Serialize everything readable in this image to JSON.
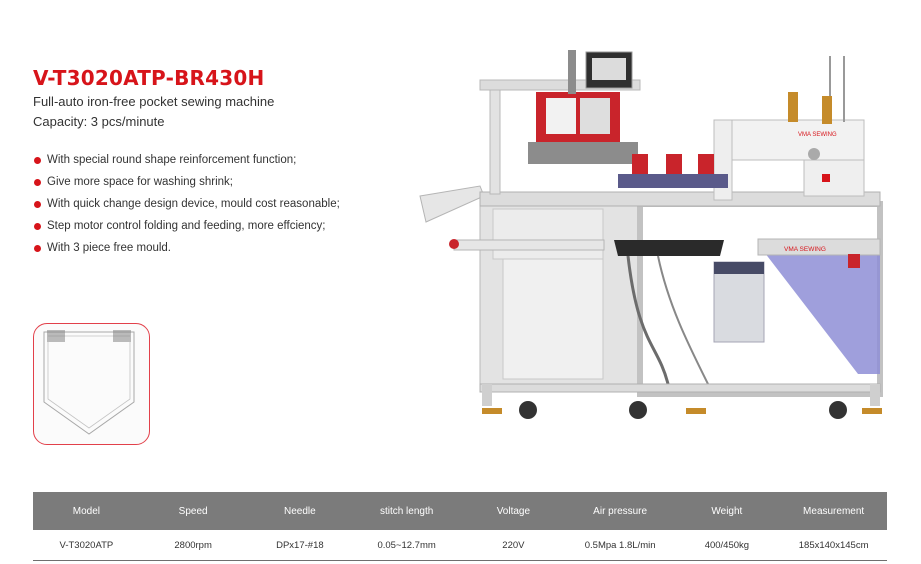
{
  "product": {
    "model_title": "V-T3020ATP-BR430H",
    "subtitle": "Full-auto iron-free pocket sewing machine",
    "capacity": "Capacity: 3 pcs/minute"
  },
  "features": [
    "With special round shape reinforcement function;",
    "Give more space for washing shrink;",
    "With quick change design device, mould cost reasonable;",
    "Step motor control folding and feeding, more effciency;",
    "With 3 piece free mould."
  ],
  "machine_brand": "VMA SEWING",
  "machine_brand_small": "VMA SEWING",
  "colors": {
    "accent": "#d7141a",
    "table_header": "#7b7b7b",
    "machine_frame": "#d8d8d8",
    "machine_panel": "#8e8ed6"
  },
  "spec_table": {
    "headers": [
      "Model",
      "Speed",
      "Needle",
      "stitch length",
      "Voltage",
      "Air pressure",
      "Weight",
      "Measurement"
    ],
    "rows": [
      [
        "V-T3020ATP",
        "2800rpm",
        "DPx17-#18",
        "0.05~12.7mm",
        "220V",
        "0.5Mpa 1.8L/min",
        "400/450kg",
        "185x140x145cm"
      ]
    ]
  }
}
